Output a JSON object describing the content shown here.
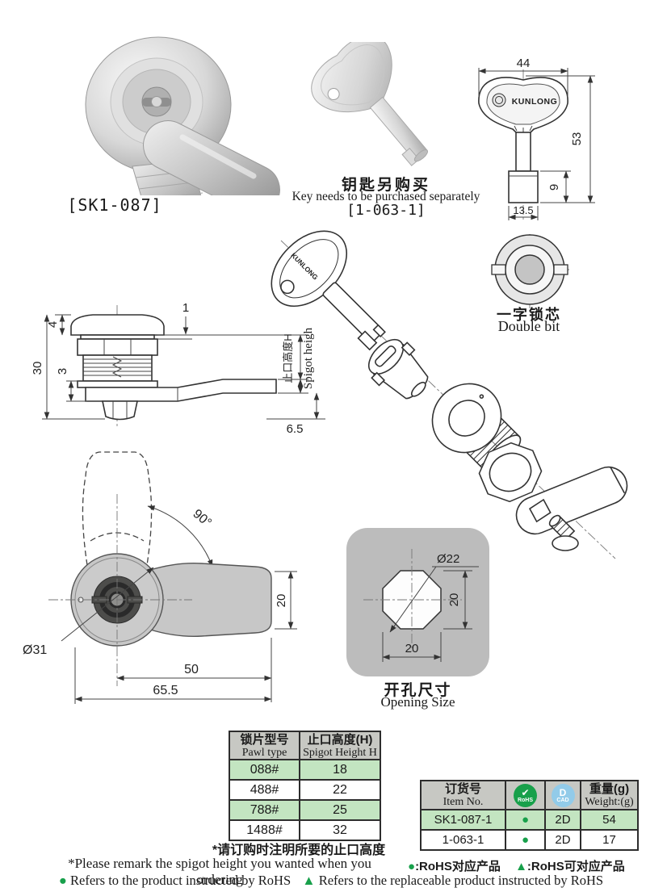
{
  "brand": {
    "name": "KUNLONG"
  },
  "lock_photo": {
    "label": "[SK1-087]"
  },
  "key_photo": {
    "note_cn": "钥匙另购买",
    "note_en": "Key needs to be purchased separately",
    "label": "[1-063-1]"
  },
  "key_drawing": {
    "dim_width": "44",
    "dim_height": "53",
    "dim_base_h": "9",
    "dim_base_w": "13.5"
  },
  "core": {
    "label_cn": "一字锁芯",
    "label_en": "Double bit"
  },
  "side_view": {
    "dim_flange": "4",
    "dim_total": "30",
    "dim_washer": "3",
    "dim_lip": "1",
    "dim_tail": "6.5",
    "spigot_cn": "止口高度H",
    "spigot_en": "Spigot heigh"
  },
  "cam_view": {
    "dim_angle": "90°",
    "dim_dia": "Ø31",
    "dim_cam_w": "20",
    "dim_cam_len": "50",
    "dim_total_len": "65.5"
  },
  "opening": {
    "dim_dia": "Ø22",
    "dim_h": "20",
    "dim_w": "20",
    "label_cn": "开孔尺寸",
    "label_en": "Opening Size"
  },
  "pawl_table": {
    "col1_cn": "锁片型号",
    "col1_en": "Pawl type",
    "col2_cn": "止口高度(H)",
    "col2_en": "Spigot Height H",
    "rows": [
      {
        "type": "088#",
        "height": "18"
      },
      {
        "type": "488#",
        "height": "22"
      },
      {
        "type": "788#",
        "height": "25"
      },
      {
        "type": "1488#",
        "height": "32"
      }
    ]
  },
  "order_table": {
    "col1_cn": "订货号",
    "col1_en": "Item No.",
    "rohs_check": "✔",
    "rohs_badge": "RoHS",
    "cad_letter": "D",
    "cad_badge": "CAD",
    "col4_cn": "重量(g)",
    "col4_en": "Weight:(g)",
    "rows": [
      {
        "item": "SK1-087-1",
        "rohs": "●",
        "cad": "2D",
        "weight": "54"
      },
      {
        "item": "1-063-1",
        "rohs": "●",
        "cad": "2D",
        "weight": "17"
      }
    ]
  },
  "notes": {
    "order_cn": "*请订购时注明所要的止口高度",
    "order_en": "*Please remark the spigot height you wanted when you ordering",
    "dot": "●",
    "tri": "▲",
    "legend_dot_cn": ":RoHS对应产品",
    "legend_tri_cn": ":RoHS可对应产品",
    "legend_dot_en": "Refers to the product instructed by RoHS",
    "legend_tri_en": "Refers to the replaceable product instructed by RoHS"
  },
  "colors": {
    "accent_green": "#18a04b",
    "row_green": "#c3e5c1",
    "header_gray": "#c7c8c3",
    "cad_blue": "#92cbe9"
  }
}
